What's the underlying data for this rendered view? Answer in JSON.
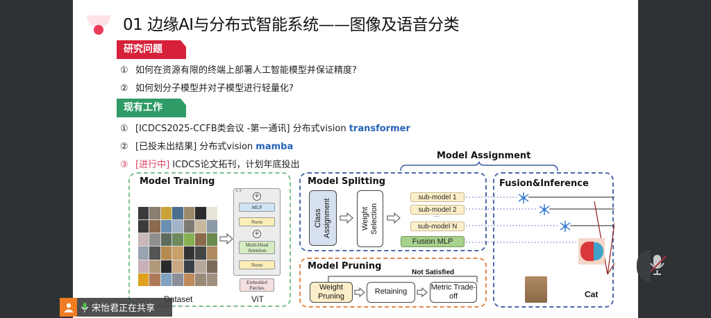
{
  "slide": {
    "title": "01 边缘AI与分布式智能系统——图像及语音分类",
    "sections": [
      {
        "tag": "研究问题",
        "items": [
          {
            "num": "①",
            "text": "如何在资源有限的终端上部署人工智能模型并保证精度?"
          },
          {
            "num": "②",
            "text": "如何划分子模型并对子模型进行轻量化?"
          }
        ]
      },
      {
        "tag": "现有工作",
        "items": [
          {
            "num": "①",
            "prefix": "[ICDCS2025-CCFB类会议 -第一通讯] 分布式vision ",
            "keyword": "transformer"
          },
          {
            "num": "②",
            "prefix": "[已投未出结果] 分布式vision ",
            "keyword": "mamba"
          },
          {
            "num": "③",
            "status": "[进行中]",
            "text": " ICDCS论文拓刊，计划年底投出"
          }
        ]
      }
    ]
  },
  "diagram": {
    "model_assignment": "Model Assignment",
    "training": {
      "title": "Model Training",
      "dataset_label": "Dataset",
      "vit_label": "ViT",
      "vit_blocks": {
        "repeat": "L x",
        "mlp": "MLP",
        "norm": "Norm",
        "attention": "Multi-Head Attention",
        "embedded": "Embedded Patches",
        "plus": "+"
      }
    },
    "splitting": {
      "title": "Model Splitting",
      "class_assignment": "Class Assignment",
      "weight_selection": "Weight Selection",
      "submodels": [
        "sub-model  1",
        "sub-model  2",
        "sub-model N"
      ],
      "ellipsis": "...",
      "fusion_mlp": "Fusion MLP"
    },
    "pruning": {
      "title": "Model Pruning",
      "not_satisfied": "Not Satisfied",
      "steps": [
        "Weight Pruning",
        "Retaining",
        "Metric Trade-off"
      ]
    },
    "inference": {
      "title": "Fusion&Inference",
      "output": "Cat"
    }
  },
  "meeting": {
    "sharing_status": "宋怡君正在共享",
    "mic_state": "muted"
  },
  "colors": {
    "red_tag": "#d7213a",
    "green_tag": "#2f9b67",
    "keyword_blue": "#2563b8",
    "in_progress": "#d9425e",
    "training_border": "#7dbf8f",
    "splitting_border": "#4a6aa5",
    "pruning_border": "#e5874a"
  }
}
